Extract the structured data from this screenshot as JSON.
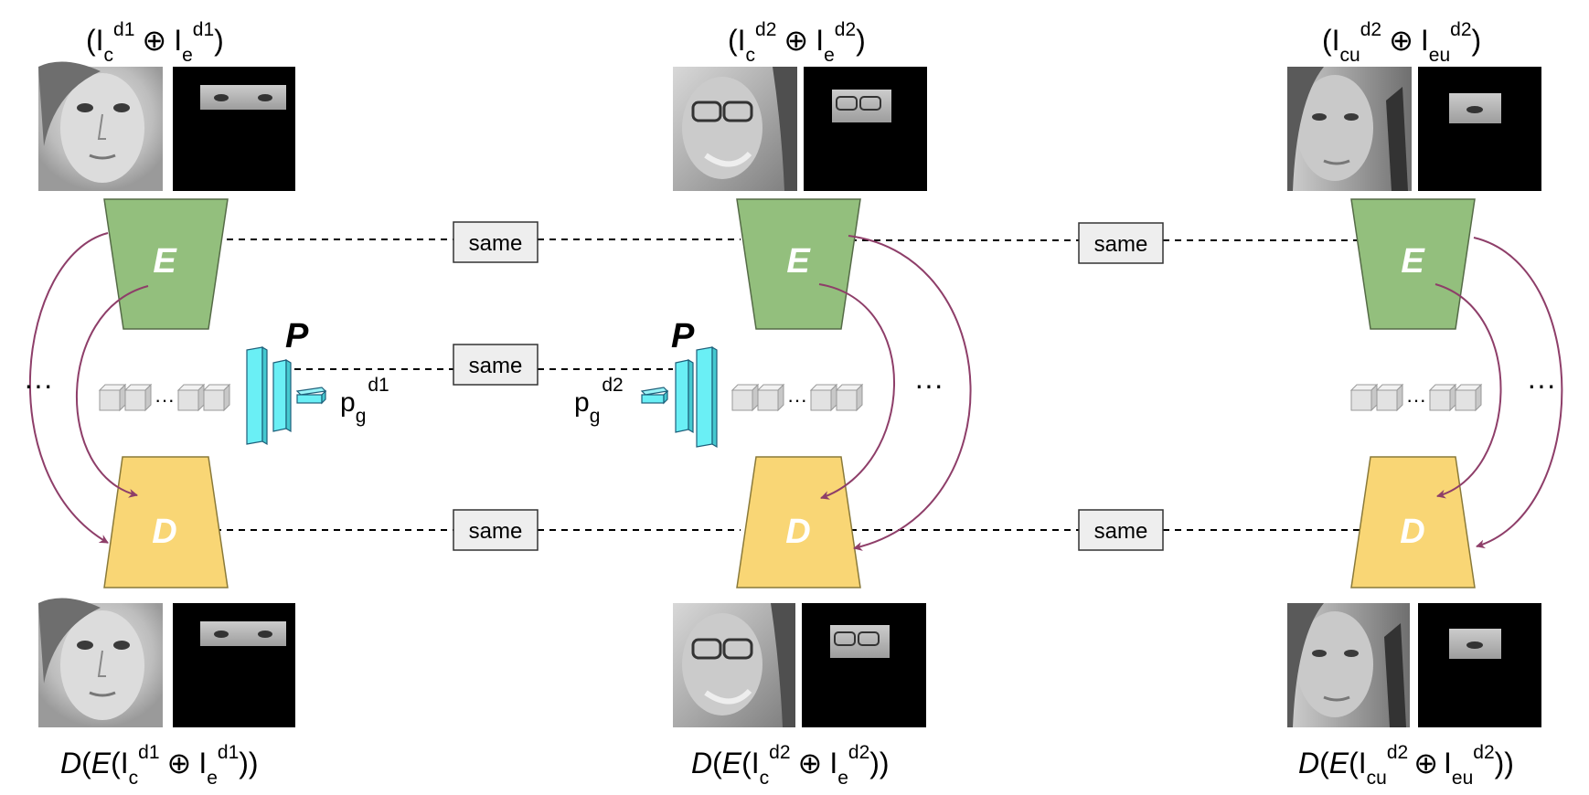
{
  "colors": {
    "encoder": "#93BF7D",
    "decoder": "#F9D675",
    "p_net": "#6AEFF5",
    "arrow": "#8E3E69",
    "same_box": "#EEEEEE",
    "cube": "#E2E2E2"
  },
  "columns": [
    {
      "top_label": {
        "open": "(I",
        "sub1": "c",
        "sup1": "d1",
        "op": "⊕",
        "mid": "I",
        "sub2": "e",
        "sup2": "d1",
        "close": ")"
      },
      "encoder_letter": "E",
      "decoder_letter": "D",
      "dots": "···",
      "bottom_label": {
        "d": "D",
        "open1": "(",
        "e": "E",
        "open2": "(I",
        "sub1": "c",
        "sup1": "d1",
        "op": "⊕",
        "mid": "I",
        "sub2": "e",
        "sup2": "d1",
        "close": "))"
      },
      "face_icon": "face-photo-woman",
      "eye_icon": "eye-crop-woman"
    },
    {
      "top_label": {
        "open": "(I",
        "sub1": "c",
        "sup1": "d2",
        "op": "⊕",
        "mid": "I",
        "sub2": "e",
        "sup2": "d2",
        "close": ")"
      },
      "encoder_letter": "E",
      "decoder_letter": "D",
      "dots": "···",
      "bottom_label": {
        "d": "D",
        "open1": "(",
        "e": "E",
        "open2": "(I",
        "sub1": "c",
        "sup1": "d2",
        "op": "⊕",
        "mid": "I",
        "sub2": "e",
        "sup2": "d2",
        "close": "))"
      },
      "face_icon": "face-photo-man-glasses",
      "eye_icon": "eye-crop-man"
    },
    {
      "top_label": {
        "open": "(I",
        "sub1": "cu",
        "sup1": "d2",
        "op": "⊕",
        "mid": "I",
        "sub2": "eu",
        "sup2": "d2",
        "close": ")"
      },
      "encoder_letter": "E",
      "decoder_letter": "D",
      "dots": "···",
      "bottom_label": {
        "d": "D",
        "open1": "(",
        "e": "E",
        "open2": "(I",
        "sub1": "cu",
        "sup1": "d2",
        "op": "⊕",
        "mid": "I",
        "sub2": "eu",
        "sup2": "d2",
        "close": "))"
      },
      "face_icon": "face-photo-woman-car",
      "eye_icon": "eye-crop-woman-car"
    }
  ],
  "same_label": "same",
  "p_letter": "P",
  "pg1": {
    "base": "p",
    "sub": "g",
    "sup": "d1"
  },
  "pg2": {
    "base": "p",
    "sub": "g",
    "sup": "d2"
  },
  "cube_dots": "···"
}
